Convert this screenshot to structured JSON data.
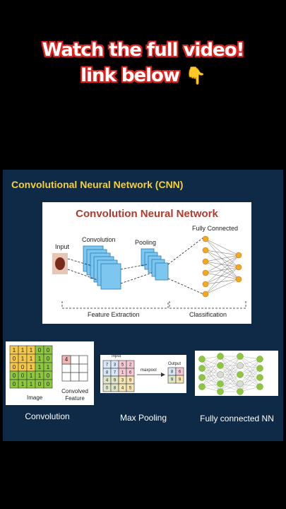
{
  "cta": {
    "line1": "Watch the full video!",
    "line2": "link below",
    "hand_icon": "👇"
  },
  "panel": {
    "title": "Convolutional Neural Network (CNN)",
    "diagram": {
      "title": "Convolution  Neural  Network",
      "input": "Input",
      "convolution": "Convolution",
      "pooling": "Pooling",
      "fully_connected": "Fully Connected",
      "feature_extraction": "Feature  Extraction",
      "classification": "Classification"
    },
    "conv_example": {
      "grid": [
        [
          1,
          1,
          1,
          0,
          0
        ],
        [
          0,
          1,
          1,
          1,
          0
        ],
        [
          0,
          0,
          1,
          1,
          1
        ],
        [
          0,
          0,
          1,
          1,
          0
        ],
        [
          0,
          1,
          1,
          0,
          0
        ]
      ],
      "output_value": "4",
      "image_label": "Image",
      "convolved_label": "Convolved Feature"
    },
    "pool_example": {
      "input_label": "Input",
      "grid": [
        [
          7,
          3,
          5,
          2
        ],
        [
          8,
          7,
          1,
          6
        ],
        [
          4,
          9,
          3,
          9
        ],
        [
          0,
          8,
          4,
          5
        ]
      ],
      "op_label": "maxpool",
      "output_label": "Output",
      "output": [
        [
          8,
          6
        ],
        [
          9,
          9
        ]
      ]
    },
    "captions": {
      "convolution": "Convolution",
      "max_pooling": "Max Pooling",
      "fully_connected": "Fully connected NN"
    },
    "colors": {
      "accent": "#f7cf3d",
      "panel": "#0f2a46",
      "cta_stroke": "#e0211d",
      "node": "#f5a623",
      "nn_node": "#8dc63f"
    }
  }
}
